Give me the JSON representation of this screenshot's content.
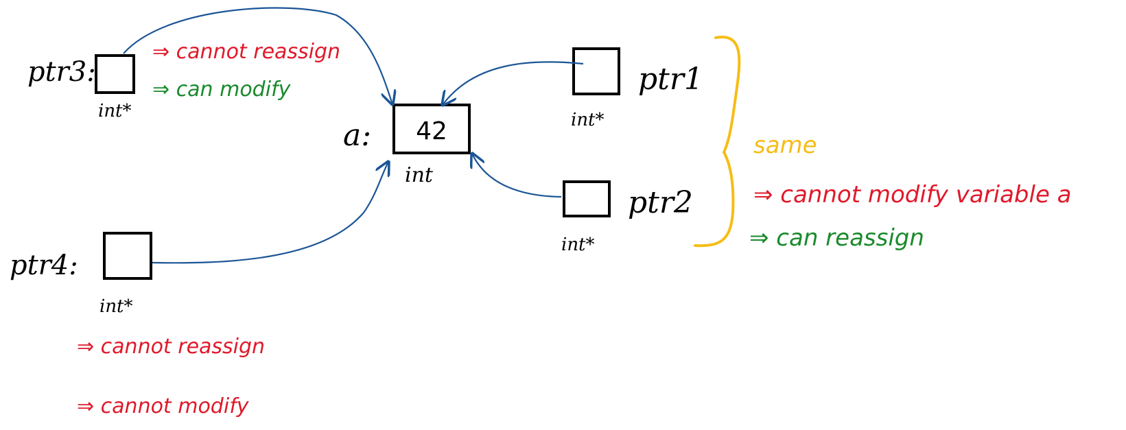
{
  "colors": {
    "ink": "#000000",
    "arrow": "#1b5596",
    "red": "#e0192a",
    "green": "#1a8a2c",
    "yellow": "#f6bd16"
  },
  "variable_a": {
    "name": "a:",
    "value": "42",
    "type": "int"
  },
  "pointers": {
    "ptr1": {
      "name": "ptr1",
      "type": "int*"
    },
    "ptr2": {
      "name": "ptr2",
      "type": "int*"
    },
    "ptr3": {
      "name": "ptr3:",
      "type": "int*"
    },
    "ptr4": {
      "name": "ptr4:",
      "type": "int*"
    }
  },
  "notes": {
    "ptr3": [
      "⇒ cannot reassign",
      "⇒ can modify"
    ],
    "ptr4": [
      "⇒ cannot reassign",
      "⇒ cannot modify"
    ],
    "group_label": "same",
    "group": [
      "⇒ cannot modify variable a",
      "⇒ can reassign"
    ]
  }
}
